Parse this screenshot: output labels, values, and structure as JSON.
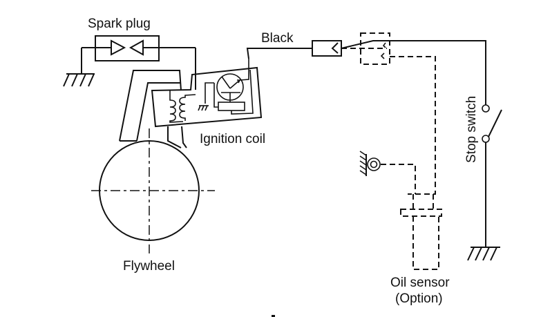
{
  "diagram": {
    "title": "Engine ignition wiring diagram",
    "labels": {
      "spark_plug": "Spark plug",
      "black_wire": "Black",
      "ignition_coil": "Ignition coil",
      "flywheel": "Flywheel",
      "stop_switch": "Stop switch",
      "oil_sensor_line1": "Oil sensor",
      "oil_sensor_line2": "(Option)"
    },
    "components": [
      {
        "id": "spark-plug",
        "name": "Spark plug",
        "connects_to": [
          "ground",
          "ignition-coil"
        ]
      },
      {
        "id": "ignition-coil",
        "name": "Ignition coil",
        "connects_to": [
          "spark-plug",
          "connector"
        ]
      },
      {
        "id": "flywheel",
        "name": "Flywheel"
      },
      {
        "id": "connector",
        "name": "Connector (Black wire)",
        "connects_to": [
          "ignition-coil",
          "stop-switch",
          "oil-sensor"
        ]
      },
      {
        "id": "stop-switch",
        "name": "Stop switch",
        "connects_to": [
          "connector",
          "ground"
        ]
      },
      {
        "id": "oil-sensor",
        "name": "Oil sensor (Option)",
        "optional": true,
        "line_style": "dashed"
      }
    ],
    "colors": {
      "line": "#111111",
      "background": "#ffffff"
    }
  }
}
